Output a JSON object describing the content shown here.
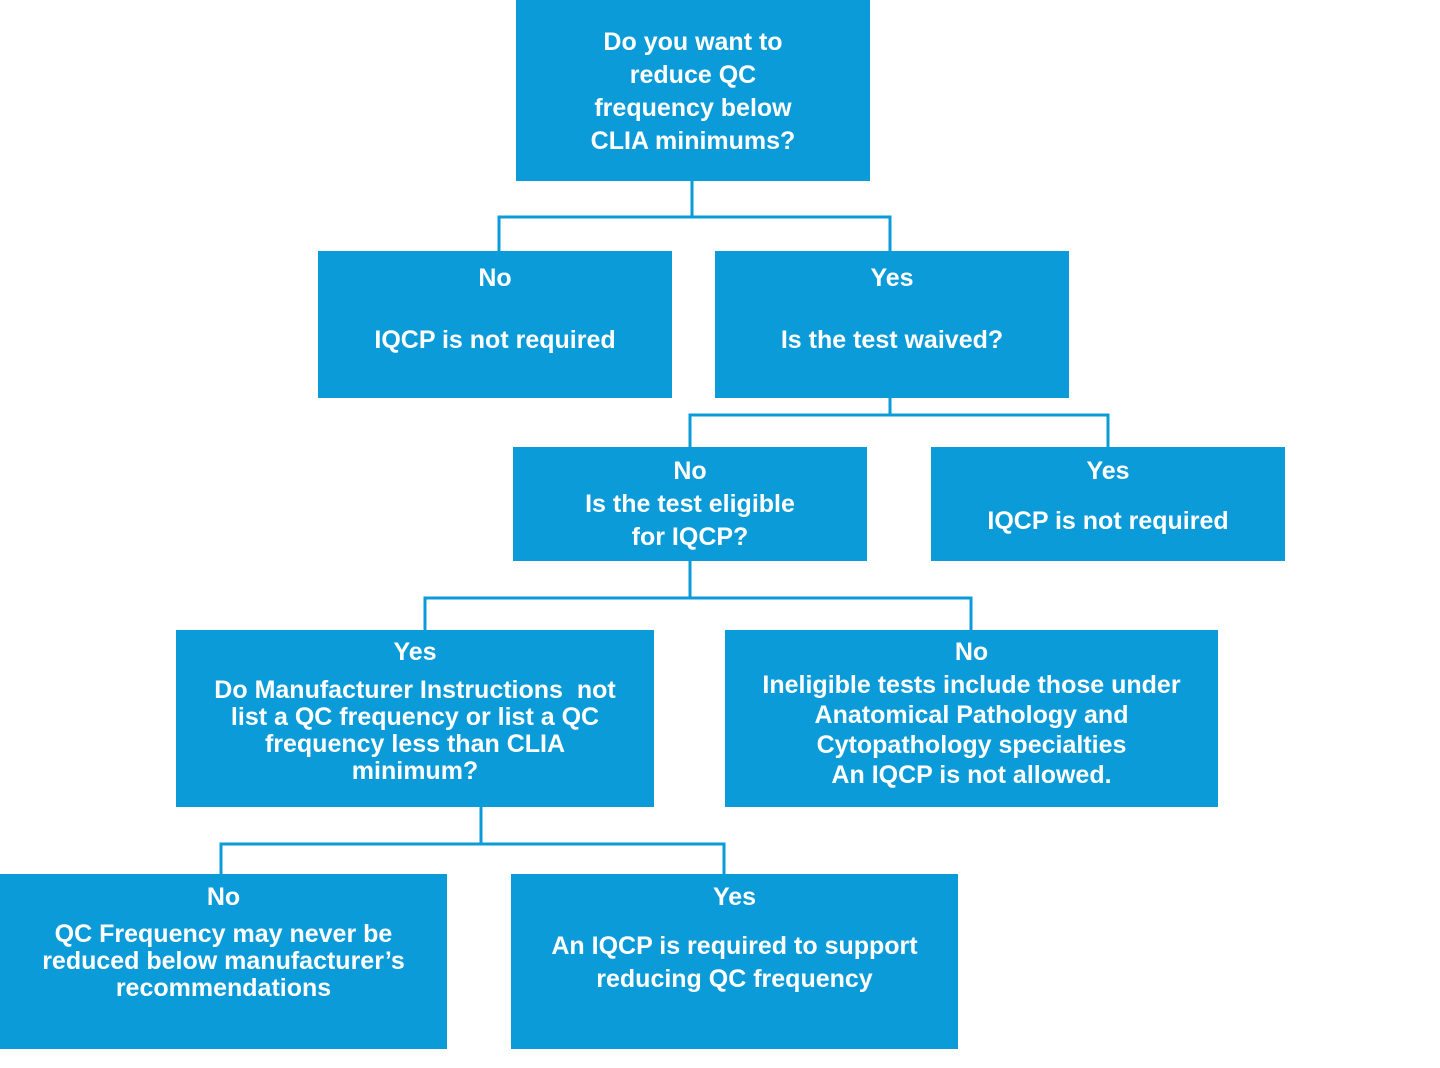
{
  "diagram": {
    "colors": {
      "box": "#0b9bd9",
      "text": "#ffffff",
      "connector": "#0b9bd9",
      "background": "#ffffff"
    },
    "nodes": {
      "q1": {
        "lines": [
          "Do you want to",
          "reduce QC",
          "frequency below",
          "CLIA minimums?"
        ]
      },
      "q1_no": {
        "branch": "No",
        "lines": [
          "IQCP is not required"
        ]
      },
      "q1_yes": {
        "branch": "Yes",
        "lines": [
          "Is the test waived?"
        ]
      },
      "q2_no": {
        "branch": "No",
        "lines": [
          "Is the test eligible",
          "for IQCP?"
        ]
      },
      "q2_yes": {
        "branch": "Yes",
        "lines": [
          "IQCP is not required"
        ]
      },
      "q3_yes": {
        "branch": "Yes",
        "lines": [
          "Do Manufacturer Instructions  not",
          "list a QC frequency or list a QC",
          "frequency less than CLIA",
          "minimum?"
        ]
      },
      "q3_no": {
        "branch": "No",
        "lines": [
          "Ineligible tests include those under",
          "Anatomical Pathology and",
          "Cytopathology specialties",
          "An IQCP is not allowed."
        ]
      },
      "q4_no": {
        "branch": "No",
        "lines": [
          "QC Frequency may never be",
          "reduced below manufacturer’s",
          "recommendations"
        ]
      },
      "q4_yes": {
        "branch": "Yes",
        "lines": [
          "An IQCP is required to support",
          "reducing QC frequency"
        ]
      }
    }
  }
}
